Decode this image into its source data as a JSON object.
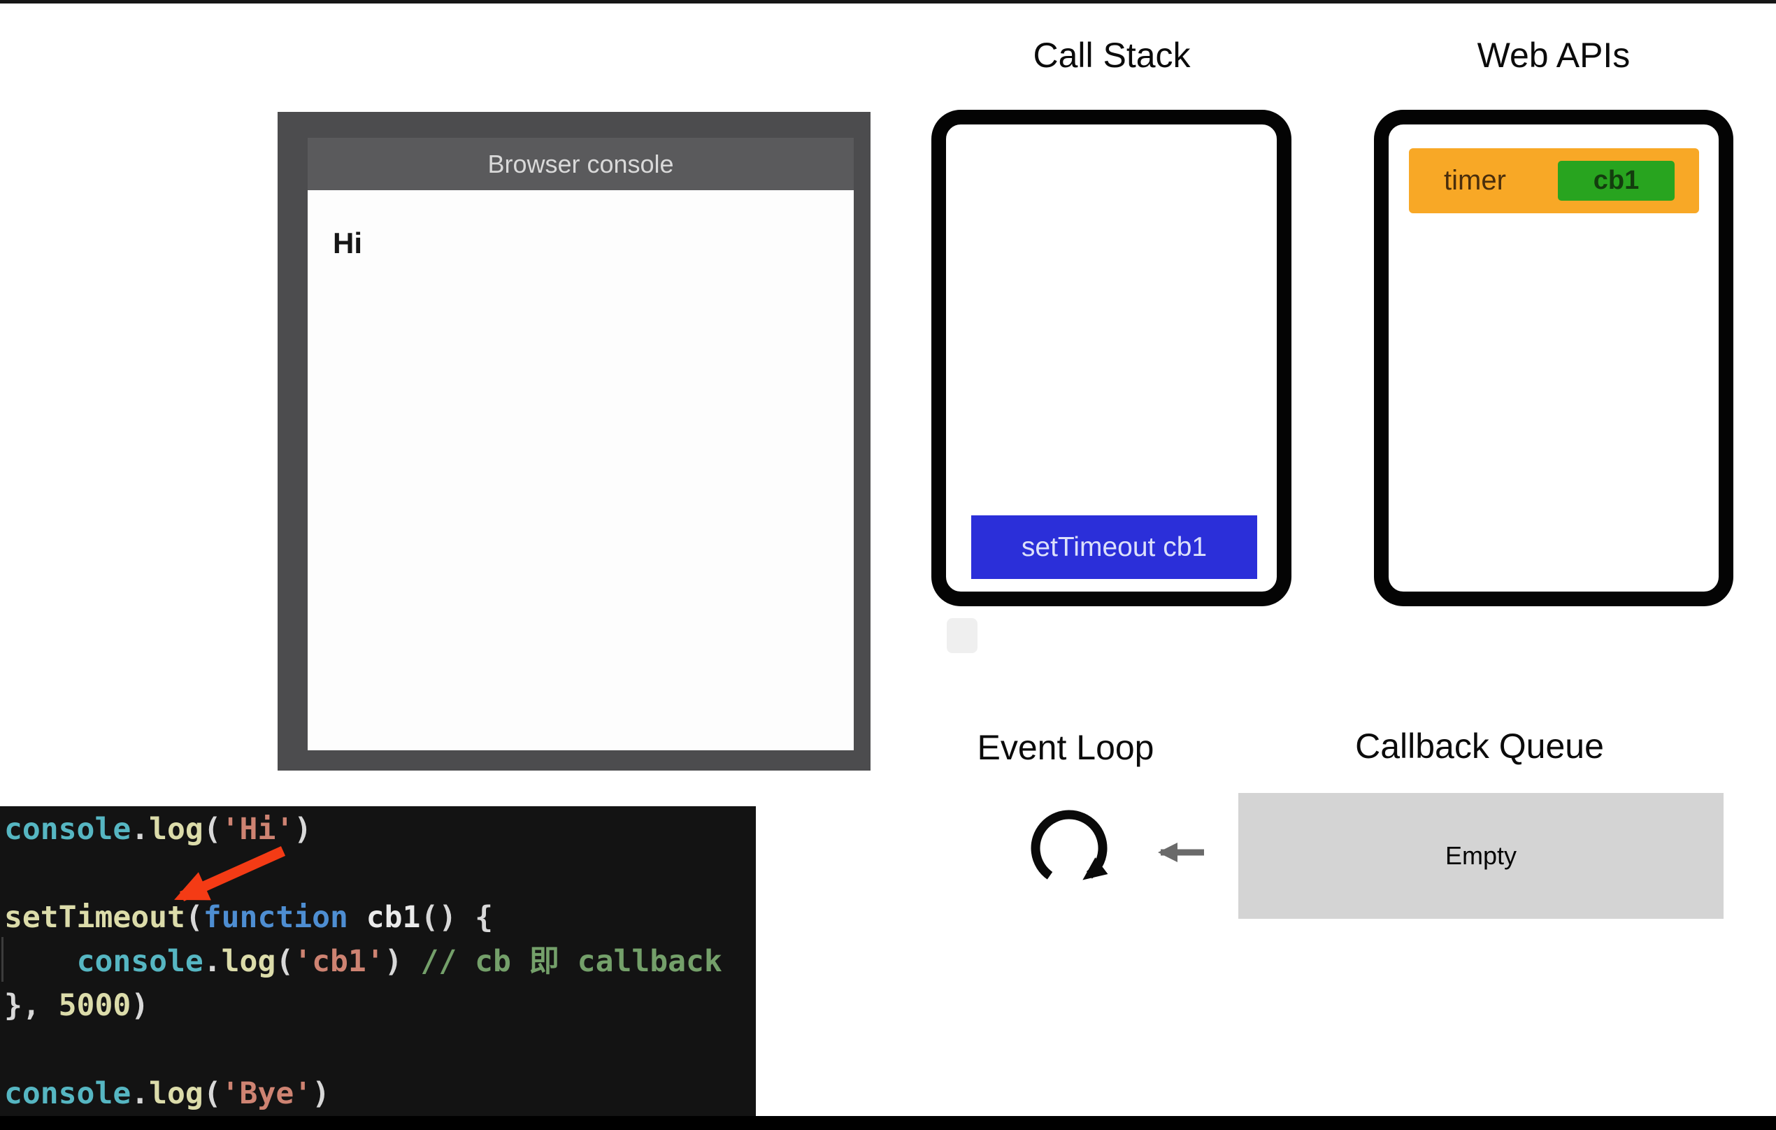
{
  "colors": {
    "stack_frame_blue": "#2B2FD9",
    "timer_orange": "#F8A826",
    "callback_green": "#28A41F",
    "queue_gray": "#D4D4D4",
    "console_frame_gray": "#4C4C4E",
    "code_background": "#131313",
    "arrow_red": "#F43B15"
  },
  "icons": {
    "event_loop": "circular-clockwise-arrow",
    "queue_to_loop": "left-arrow",
    "code_pointer": "red-arrow"
  },
  "browser_console": {
    "title": "Browser console",
    "logs": [
      "Hi"
    ]
  },
  "call_stack": {
    "label": "Call Stack",
    "frames": [
      "setTimeout cb1"
    ]
  },
  "web_apis": {
    "label": "Web APIs",
    "tasks": [
      {
        "name": "timer",
        "callback": "cb1"
      }
    ]
  },
  "event_loop": {
    "label": "Event Loop"
  },
  "callback_queue": {
    "label": "Callback Queue",
    "state": "Empty"
  },
  "code": {
    "lines": [
      [
        [
          "obj",
          "console"
        ],
        [
          "pun",
          "."
        ],
        [
          "fn",
          "log"
        ],
        [
          "pun",
          "("
        ],
        [
          "str",
          "'Hi'"
        ],
        [
          "pun",
          ")"
        ]
      ],
      [],
      [
        [
          "fn",
          "setTimeout"
        ],
        [
          "pun",
          "("
        ],
        [
          "kw",
          "function "
        ],
        [
          "id",
          "cb1"
        ],
        [
          "pun",
          "() {"
        ]
      ],
      [
        [
          "pun",
          "    "
        ],
        [
          "obj",
          "console"
        ],
        [
          "pun",
          "."
        ],
        [
          "fn",
          "log"
        ],
        [
          "pun",
          "("
        ],
        [
          "str",
          "'cb1'"
        ],
        [
          "pun",
          ") "
        ],
        [
          "com",
          "// cb 即 callback"
        ]
      ],
      [
        [
          "pun",
          "}, "
        ],
        [
          "num",
          "5000"
        ],
        [
          "pun",
          ")"
        ]
      ],
      [],
      [
        [
          "obj",
          "console"
        ],
        [
          "pun",
          "."
        ],
        [
          "fn",
          "log"
        ],
        [
          "pun",
          "("
        ],
        [
          "str",
          "'Bye'"
        ],
        [
          "pun",
          ")"
        ]
      ]
    ]
  }
}
